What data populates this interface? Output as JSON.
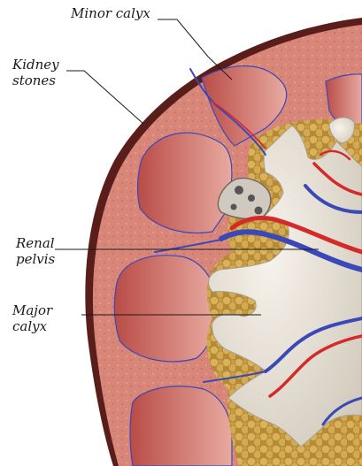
{
  "labels": {
    "minor_calyx": "Minor calyx",
    "kidney_stones": {
      "line1": "Kidney",
      "line2": "stones"
    },
    "renal_pelvis": {
      "line1": "Renal",
      "line2": "pelvis"
    },
    "major_calyx": {
      "line1": "Major",
      "line2": "calyx"
    }
  },
  "colors": {
    "capsule": "#5a1e1a",
    "cortex": "#d8857a",
    "pyramid": "#c9645c",
    "fat": "#c8a04a",
    "calyx": "#e9e3d8",
    "artery": "#d42a2a",
    "vein": "#3a48b8",
    "leader": "#1a1a1a"
  }
}
